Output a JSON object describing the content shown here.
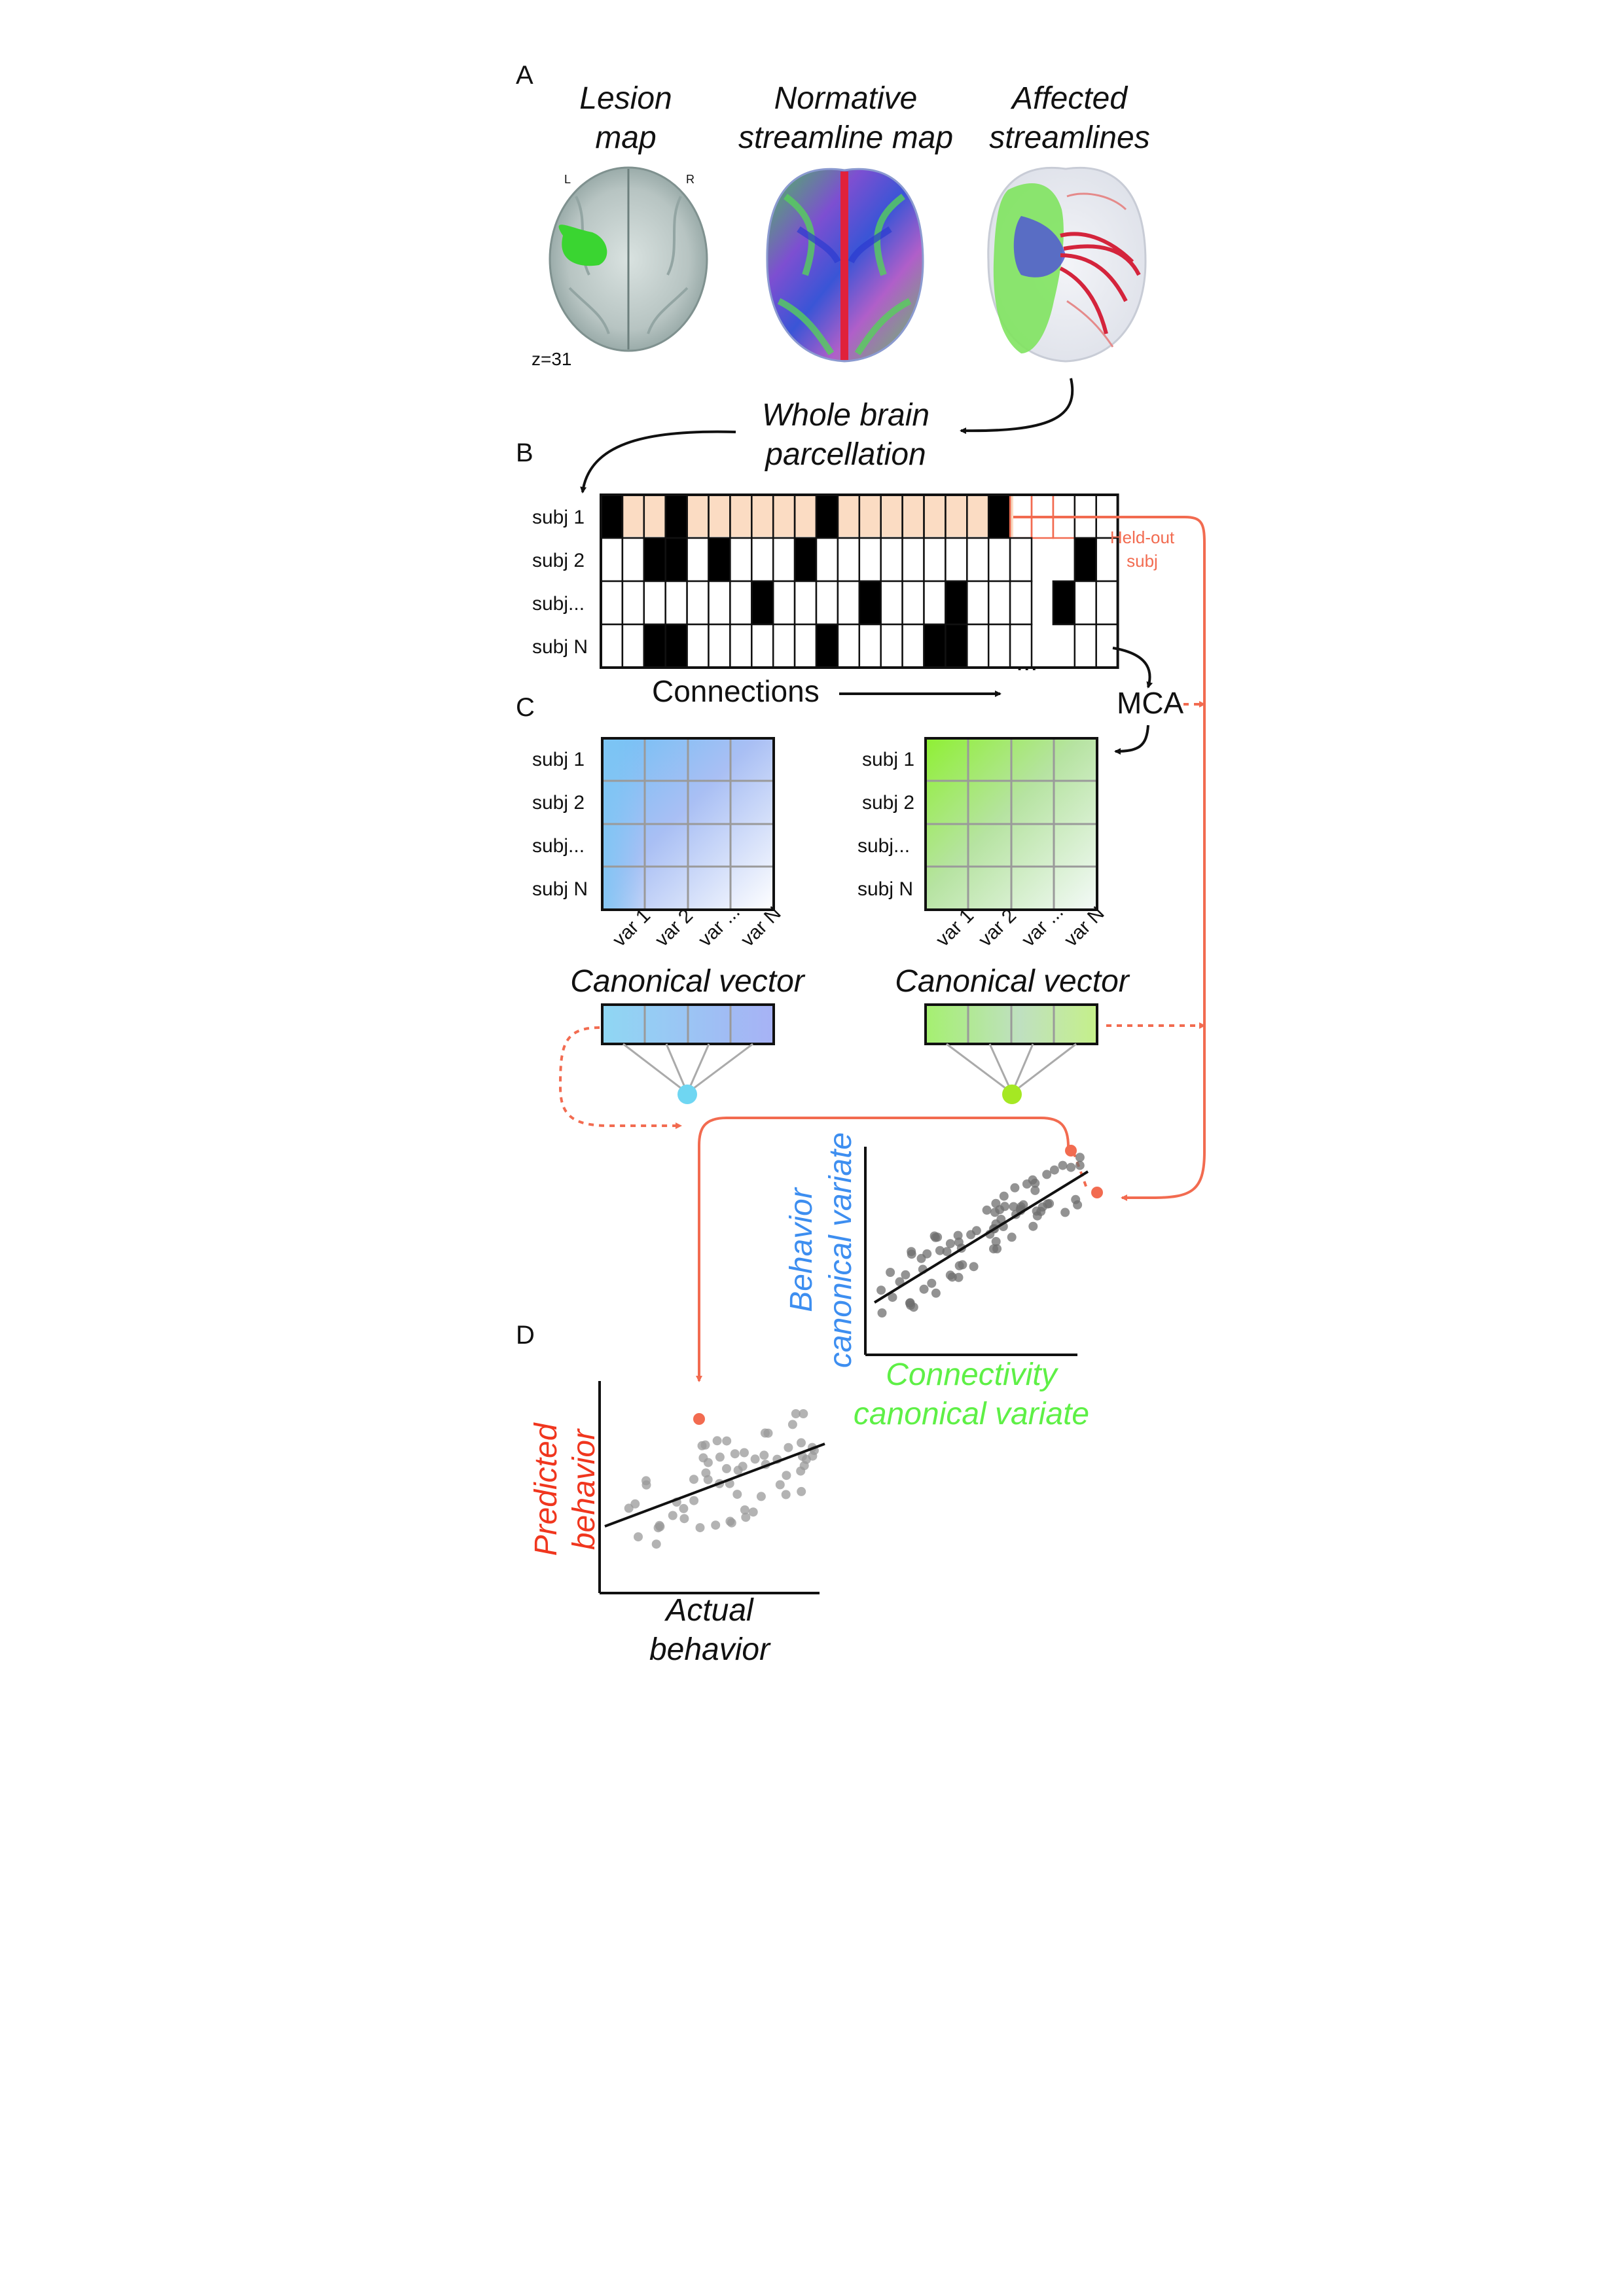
{
  "panels": {
    "a": "A",
    "b": "B",
    "c": "C",
    "d": "D"
  },
  "panel_a": {
    "lesion_title": [
      "Lesion",
      "map"
    ],
    "normative_title": [
      "Normative",
      "streamline map"
    ],
    "affected_title": [
      "Affected",
      "streamlines"
    ],
    "left_marker": "L",
    "right_marker": "R",
    "slice_label": "z=31"
  },
  "parcellation_title": [
    "Whole brain",
    "parcellation"
  ],
  "panel_b": {
    "row_labels": [
      "subj 1",
      "subj 2",
      "subj...",
      "subj N"
    ],
    "columns_label": "Connections",
    "ellipsis": "...",
    "held_out_label": [
      "Held-out",
      "subj"
    ],
    "filled_cells": [
      [
        0,
        3,
        10,
        18
      ],
      [
        2,
        3,
        5,
        9,
        22
      ],
      [
        7,
        12,
        16,
        21
      ],
      [
        2,
        3,
        10,
        15,
        16
      ]
    ]
  },
  "mca_label": "MCA",
  "panel_c": {
    "row_labels": [
      "subj 1",
      "subj 2",
      "subj...",
      "subj N"
    ],
    "var_labels": [
      "var 1",
      "var 2",
      "var ...",
      "var N"
    ],
    "canonical_vector_label": "Canonical vector"
  },
  "cca_plot": {
    "ylabel": [
      "Behavior",
      "canonical variate"
    ],
    "xlabel": [
      "Connectivity",
      "canonical variate"
    ]
  },
  "pred_plot": {
    "ylabel": [
      "Predicted",
      "behavior"
    ],
    "xlabel": [
      "Actual",
      "behavior"
    ]
  },
  "colors": {
    "behavior": "#3d8ef0",
    "connectivity": "#5ef046",
    "predicted": "#f0361e",
    "held_out": "#f26b50",
    "subject_row_fill": "#fbdcc3"
  }
}
